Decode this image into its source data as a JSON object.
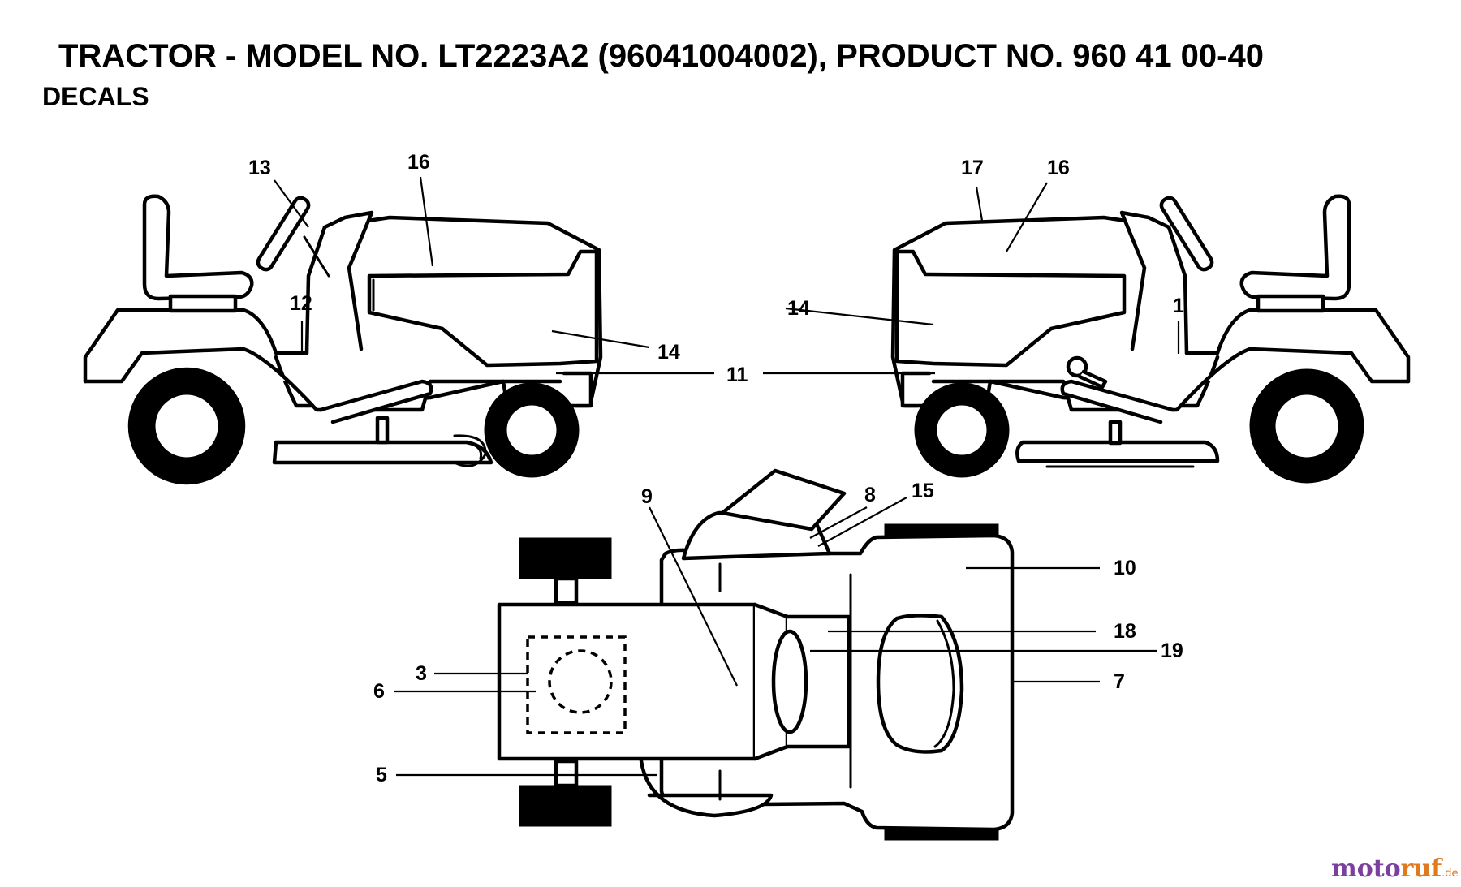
{
  "header": {
    "title": "TRACTOR - MODEL NO. LT2223A2 (96041004002), PRODUCT NO. 960 41 00-40",
    "subtitle": "DECALS"
  },
  "callouts": {
    "c1": "1",
    "c3": "3",
    "c5": "5",
    "c6": "6",
    "c7": "7",
    "c8": "8",
    "c9": "9",
    "c10": "10",
    "c11": "11",
    "c12": "12",
    "c13": "13",
    "c14_left": "14",
    "c14_right": "14",
    "c15": "15",
    "c16_left": "16",
    "c16_right": "16",
    "c17": "17",
    "c18": "18",
    "c19": "19"
  },
  "watermark": {
    "part1": "moto",
    "part2": "ruf",
    "suffix": ".de"
  }
}
